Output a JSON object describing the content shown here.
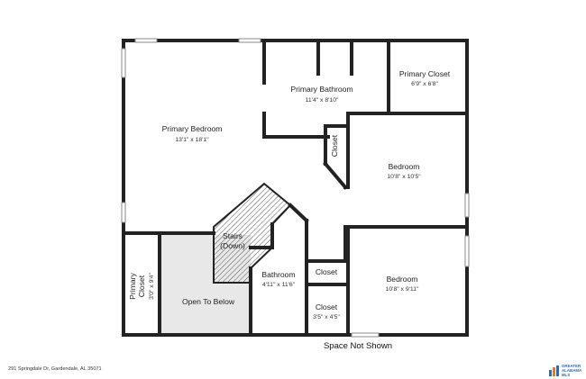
{
  "rooms": {
    "primary_bedroom": {
      "name": "Primary Bedroom",
      "dims": "13'1\" x 18'1\""
    },
    "primary_bathroom": {
      "name": "Primary Bathroom",
      "dims": "11'4\" x 8'10\""
    },
    "primary_closet_top": {
      "name": "Primary Closet",
      "dims": "6'9\" x 6'8\""
    },
    "closet_vertical": {
      "name": "Closet"
    },
    "bedroom_upper": {
      "name": "Bedroom",
      "dims": "10'8\" x 10'5\""
    },
    "stairs": {
      "name_line1": "Stairs",
      "name_line2": "(Down)"
    },
    "primary_closet_left": {
      "name_line1": "Primary",
      "name_line2": "Closet",
      "dims": "3'0\" x 9'4\""
    },
    "open_to_below": {
      "name": "Open To Below"
    },
    "bathroom": {
      "name": "Bathroom",
      "dims": "4'11\" x 11'6\""
    },
    "closet_small": {
      "name": "Closet"
    },
    "closet_lower": {
      "name": "Closet",
      "dims": "3'5\" x 4'5\""
    },
    "bedroom_lower": {
      "name": "Bedroom",
      "dims": "10'8\" x 9'11\""
    }
  },
  "notes": {
    "space_not_shown": "Space Not Shown"
  },
  "footer": {
    "address": "291 Springdale Dr, Gardendale, AL 35071",
    "logo_line1": "GREATER",
    "logo_line2": "ALABAMA",
    "logo_line3": "MLS"
  }
}
